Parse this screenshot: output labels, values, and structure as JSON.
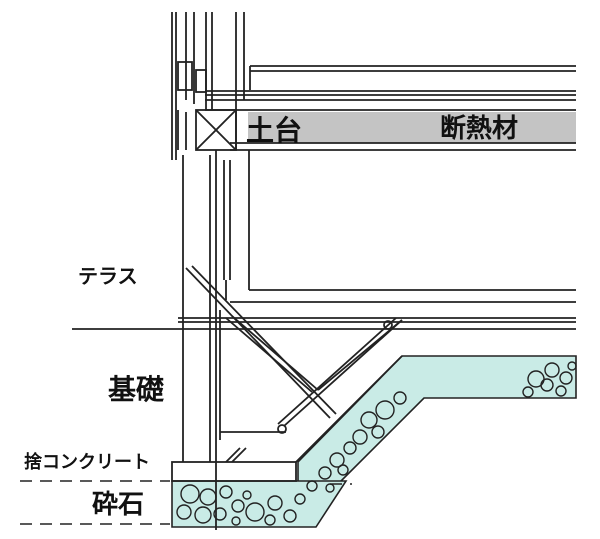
{
  "labels": {
    "sill": "土台",
    "insulation": "断熱材",
    "terrace": "テラス",
    "foundation": "基礎",
    "blinding_concrete": "捨コンクリート",
    "crushed_stone": "砕石"
  },
  "colors": {
    "line": "#222222",
    "gravel_fill": "#c9ebe6",
    "insulation_fill": "#bdbdbd",
    "background": "#ffffff"
  }
}
